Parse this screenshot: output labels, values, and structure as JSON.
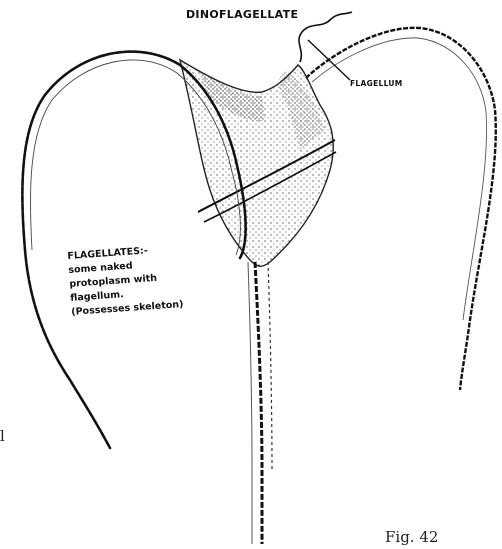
{
  "labels": {
    "title": "DINOFLAGELLATE",
    "flagellum": "FLAGELLUM",
    "note": {
      "line1": "FLAGELLATES:-",
      "line2": "some naked",
      "line3": "protoplasm with",
      "line4": "flagellum.",
      "line5": "(Possesses skeleton)"
    }
  },
  "figure_caption": "Fig. 42",
  "margin_mark": "l",
  "colors": {
    "ink": "#111111",
    "shading": "#555555",
    "paper": "#ffffff"
  }
}
